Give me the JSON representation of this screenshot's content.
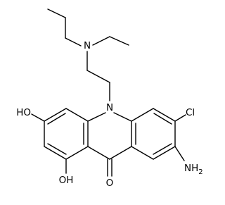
{
  "molecule": {
    "labels": {
      "amine_n": "N",
      "ring_n": "N",
      "chloro": "Cl",
      "amino": "NH",
      "amino_subscript": "2",
      "hydroxy_3": "HO",
      "hydroxy_1": "OH",
      "carbonyl": "O"
    },
    "colors": {
      "bond": "#000000",
      "text": "#000000",
      "background": "#ffffff"
    }
  }
}
